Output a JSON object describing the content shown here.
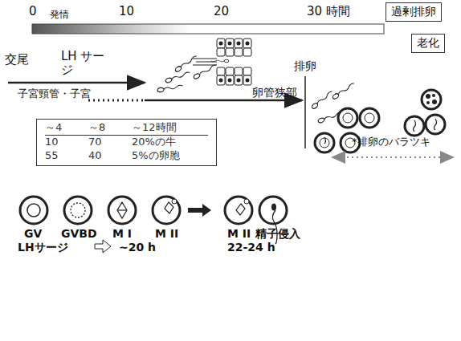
{
  "diagram": {
    "nodes": [
      {
        "text": [
          "過剰排卵"
        ]
      },
      {
        "text": [
          "老化"
        ]
      },
      {
        "text": [
          "～4",
          "～8",
          "～12時間",
          "10",
          "70",
          "20%の牛",
          "55",
          "40",
          "5%の卵胞"
        ]
      }
    ],
    "labels": [
      "0",
      "発情",
      "10",
      "20",
      "30 時間",
      "交尾",
      "LH サージ",
      "子宮頸管・子宮",
      "卵管狭部",
      "排卵",
      "*排卵のバラツキ",
      "GV",
      "GVBD",
      "M I",
      "M II",
      "LHサージ",
      "~20 h",
      "M II",
      "精子侵入",
      "22-24 h"
    ]
  }
}
